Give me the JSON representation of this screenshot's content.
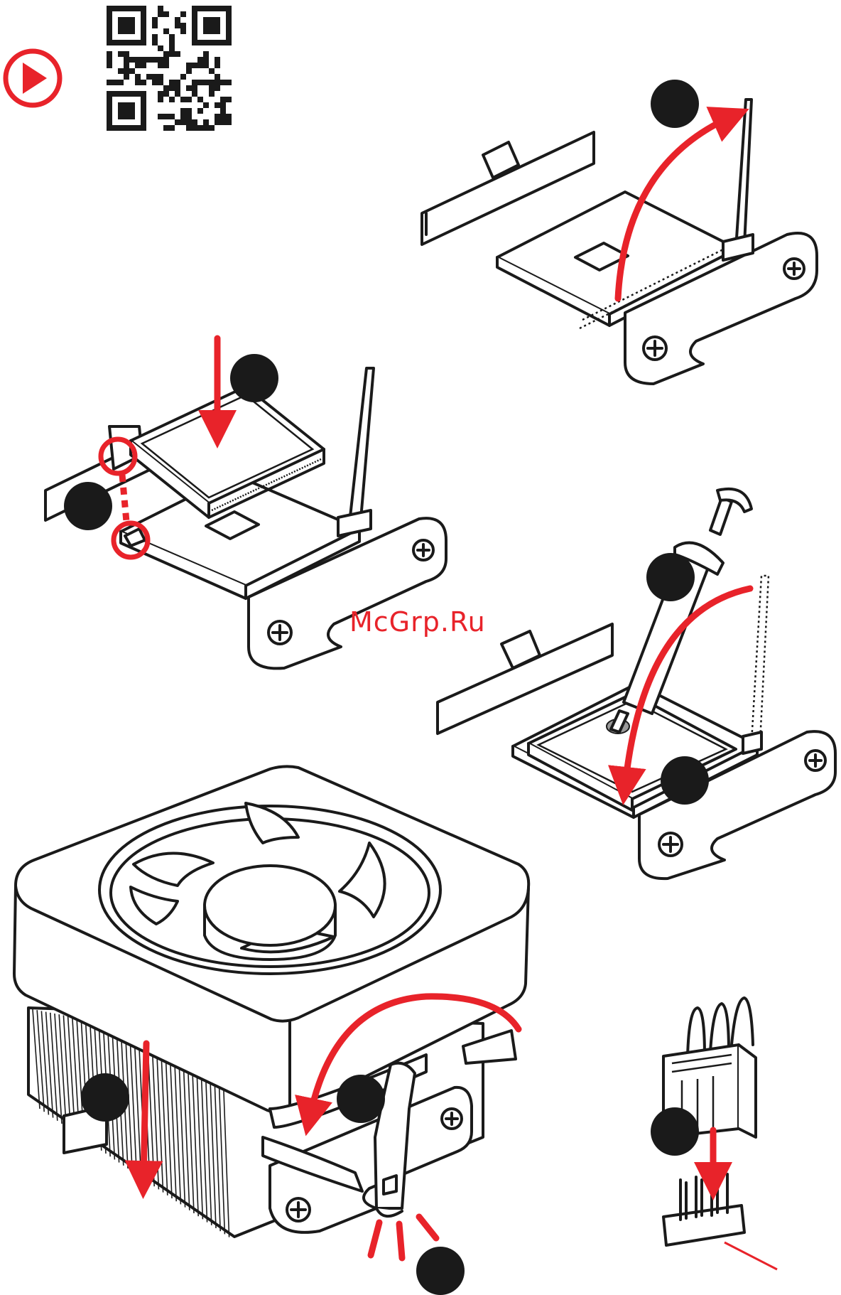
{
  "watermark": "McGrp.Ru",
  "colors": {
    "accent": "#e8232a",
    "ink": "#1a1a1a",
    "background": "#ffffff"
  },
  "icons": {
    "play": "play-icon",
    "qr": "qr-code-icon"
  },
  "steps": [
    {
      "id": "open-lever",
      "badge": "step-1-badge"
    },
    {
      "id": "insert-cpu",
      "badge": "step-2-badge"
    },
    {
      "id": "align-notch",
      "badge": "step-3-badge"
    },
    {
      "id": "apply-paste",
      "badge": "step-4-badge"
    },
    {
      "id": "close-lever",
      "badge": "step-5-badge"
    },
    {
      "id": "place-cooler",
      "badge": "step-6-badge"
    },
    {
      "id": "rotate-clip",
      "badge": "step-7-badge"
    },
    {
      "id": "lock-clip",
      "badge": "step-8-badge"
    },
    {
      "id": "connect-fan",
      "badge": "step-9-badge"
    }
  ]
}
